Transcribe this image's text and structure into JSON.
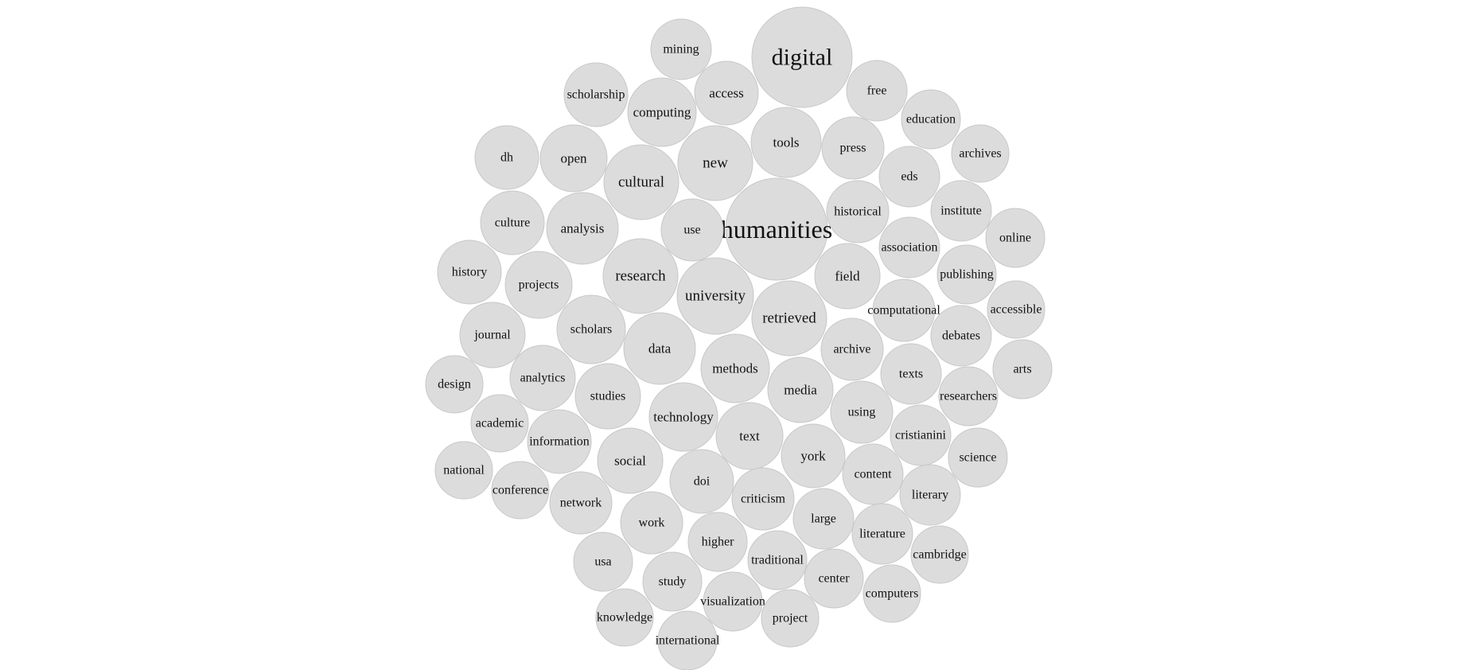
{
  "chart_data": {
    "type": "bubble",
    "words": [
      "digital",
      "humanities",
      "mining",
      "access",
      "scholarship",
      "computing",
      "free",
      "education",
      "tools",
      "press",
      "archives",
      "dh",
      "open",
      "cultural",
      "new",
      "eds",
      "institute",
      "culture",
      "analysis",
      "use",
      "historical",
      "online",
      "association",
      "history",
      "projects",
      "research",
      "university",
      "field",
      "publishing",
      "journal",
      "scholars",
      "retrieved",
      "computational",
      "accessible",
      "data",
      "debates",
      "archive",
      "design",
      "analytics",
      "studies",
      "methods",
      "media",
      "texts",
      "arts",
      "researchers",
      "academic",
      "technology",
      "using",
      "information",
      "text",
      "cristianini",
      "york",
      "social",
      "science",
      "national",
      "content",
      "conference",
      "network",
      "doi",
      "literary",
      "criticism",
      "work",
      "large",
      "literature",
      "higher",
      "usa",
      "traditional",
      "cambridge",
      "study",
      "center",
      "visualization",
      "computers",
      "knowledge",
      "project",
      "international"
    ]
  }
}
